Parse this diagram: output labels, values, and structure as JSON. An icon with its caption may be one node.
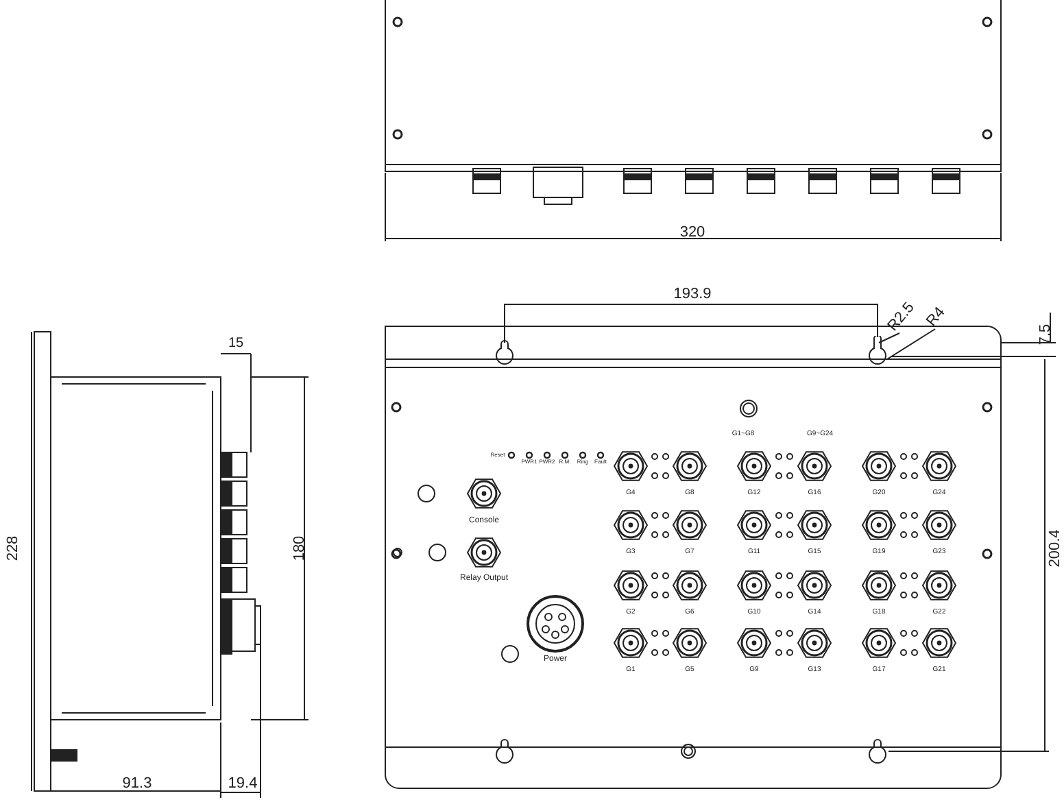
{
  "diagram": {
    "nodes": [
      {
        "text": [
          "R2.5"
        ]
      },
      {
        "text": [
          "R4"
        ]
      },
      {
        "text": [],
        "shape": "hole"
      }
    ],
    "edges": [
      {
        "from": 0,
        "to": 2,
        "arrow": "none"
      },
      {
        "from": 1,
        "to": 2,
        "arrow": "none"
      }
    ],
    "labels": [
      "320",
      "193.9",
      "7.5",
      "15",
      "Reset",
      "PWR1",
      "PWR2",
      "R.M.",
      "Ring",
      "Fault",
      "G1~G8",
      "G9~G24",
      "Console",
      "Relay Output",
      "Power",
      "G4",
      "G8",
      "G12",
      "G16",
      "G20",
      "G24",
      "G3",
      "G7",
      "G11",
      "G15",
      "G19",
      "G23",
      "G2",
      "G6",
      "G10",
      "G14",
      "G18",
      "G22",
      "G1",
      "G5",
      "G9",
      "G13",
      "G17",
      "G21",
      "228",
      "180",
      "200.4",
      "91.3",
      "19.4"
    ]
  }
}
